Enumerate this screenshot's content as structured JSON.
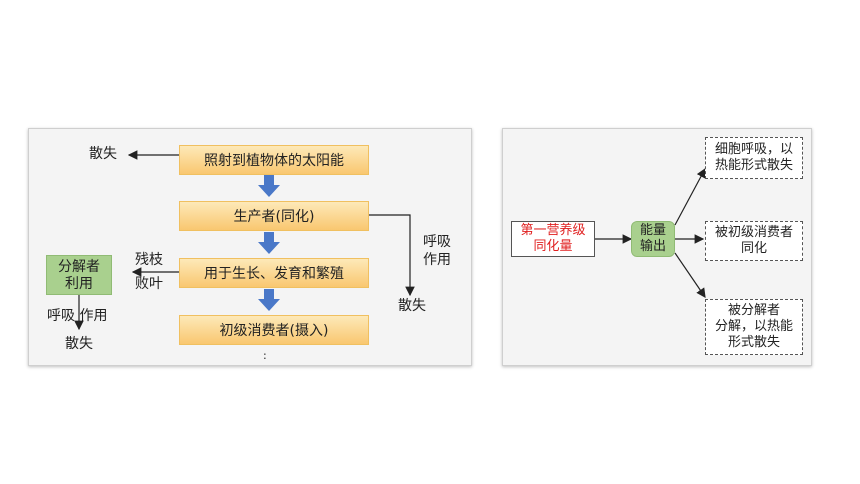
{
  "left_diagram": {
    "top_box": "照射到植物体的太阳能",
    "producer_box": "生产者(同化)",
    "growth_box": "用于生长、发育和繁殖",
    "consumer_box": "初级消费者(摄入)",
    "loss_top": "散失",
    "respiration_label_line1": "呼吸",
    "respiration_label_line2": "作用",
    "loss_right": "散失",
    "decomposer_line1": "分解者",
    "decomposer_line2": "利用",
    "residue_line1": "残枝",
    "residue_line2": "败叶",
    "decomposer_resp_label": "呼吸 作用",
    "loss_bottom": "散失",
    "footnote_mark": ":"
  },
  "right_diagram": {
    "source_line1": "第一营养级",
    "source_line2": "同化量",
    "hub_line1": "能量",
    "hub_line2": "输出",
    "out1_line1": "细胞呼吸，以",
    "out1_line2": "热能形式散失",
    "out2_line1": "被初级消费者",
    "out2_line2": "同化",
    "out3_line1": "被分解者",
    "out3_line2": "分解，以热能",
    "out3_line3": "形式散失"
  },
  "colors": {
    "yellow_box": "#f9c770",
    "green_box": "#a9d08e",
    "blue_arrow": "#4a78c8",
    "red_text": "#e02020"
  }
}
